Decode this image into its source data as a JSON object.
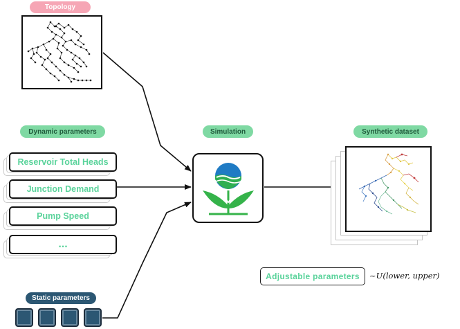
{
  "labels": {
    "topology": "Topology",
    "dynamic_parameters": "Dynamic parameters",
    "simulation": "Simulation",
    "synthetic_dataset": "Synthetic dataset",
    "static_parameters": "Static parameters"
  },
  "dynamic_items": [
    "Reservoir Total Heads",
    "Junction Demand",
    "Pump Speed",
    "..."
  ],
  "adjustable_parameters": "Adjustable  parameters",
  "distribution": "~U(lower, upper)",
  "colors": {
    "accent_green": "#5ad39b",
    "pill_green": "#7fd9a3",
    "pill_pink": "#f6a6b5",
    "navy": "#2c5773"
  }
}
